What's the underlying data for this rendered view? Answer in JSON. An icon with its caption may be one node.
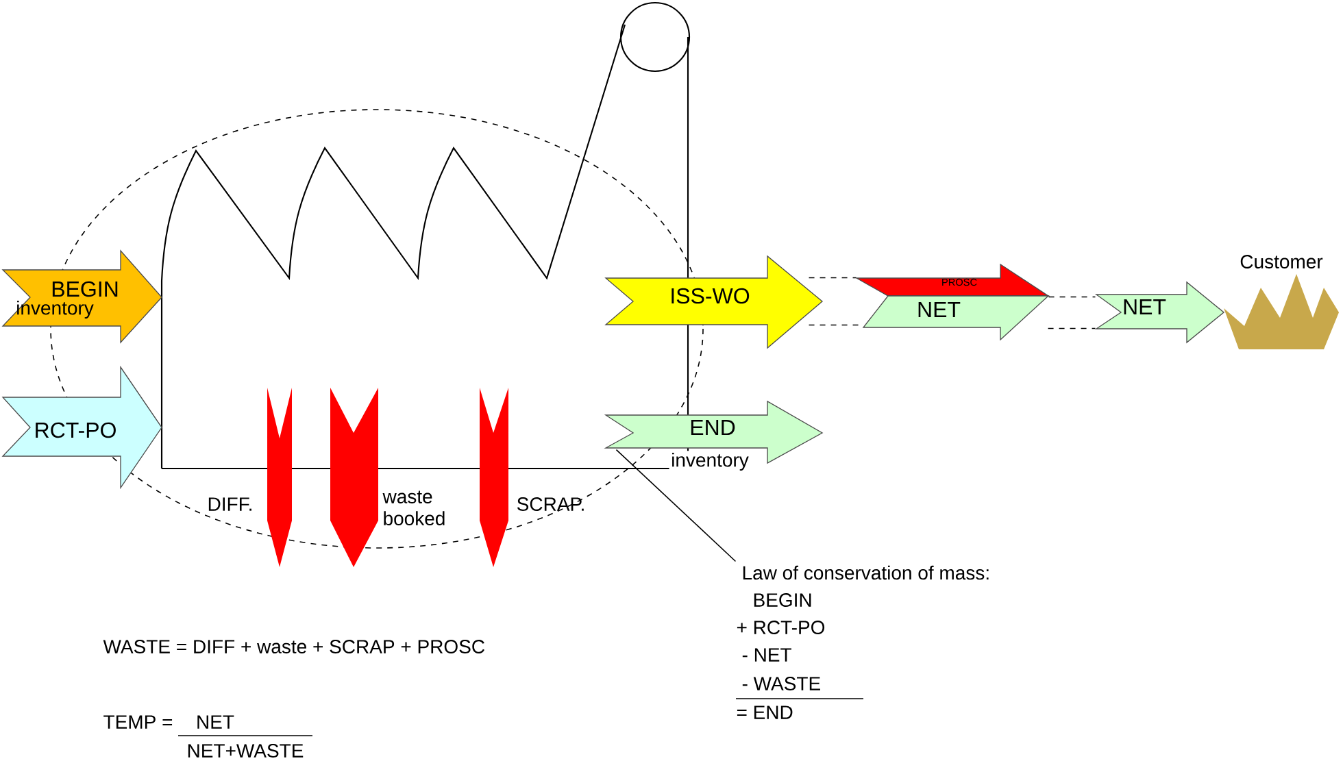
{
  "diagram": {
    "nodes": [
      {
        "text": [
          "BEGIN",
          "inventory"
        ]
      },
      {
        "text": [
          "RCT-PO"
        ]
      },
      {
        "text": [],
        "shape": "arrow",
        "beside": [
          "DIFF."
        ]
      },
      {
        "text": [],
        "shape": "arrow",
        "beside": [
          "waste booked"
        ]
      },
      {
        "text": [],
        "shape": "arrow",
        "beside": [
          "SCRAP."
        ]
      },
      {
        "text": [
          "ISS-WO"
        ]
      },
      {
        "text": [
          "END",
          "inventory"
        ]
      },
      {
        "text": [
          "PROSC"
        ]
      },
      {
        "text": [
          "NET"
        ]
      },
      {
        "text": [
          "NET"
        ]
      },
      {
        "text": [],
        "shape": "crown",
        "beside": [
          "Customer"
        ]
      },
      {
        "text": [
          "Law of conservation of mass:",
          "BEGIN",
          "+ RCT-PO",
          "- NET",
          "- WASTE",
          "= END"
        ]
      }
    ],
    "edges": [
      {
        "from": 5,
        "to": 7,
        "arrow": "none",
        "style": "dashed"
      },
      {
        "from": 5,
        "to": 8,
        "arrow": "none",
        "style": "dashed"
      },
      {
        "from": 7,
        "to": 9,
        "arrow": "none",
        "style": "dashed"
      },
      {
        "from": 8,
        "to": 9,
        "arrow": "none",
        "style": "dashed"
      },
      {
        "from": 11,
        "to": 6,
        "arrow": "none"
      }
    ],
    "labels": [
      "WASTE = DIFF +  waste + SCRAP + PROSC",
      "TEMP =",
      "NET",
      "NET+WASTE"
    ]
  }
}
